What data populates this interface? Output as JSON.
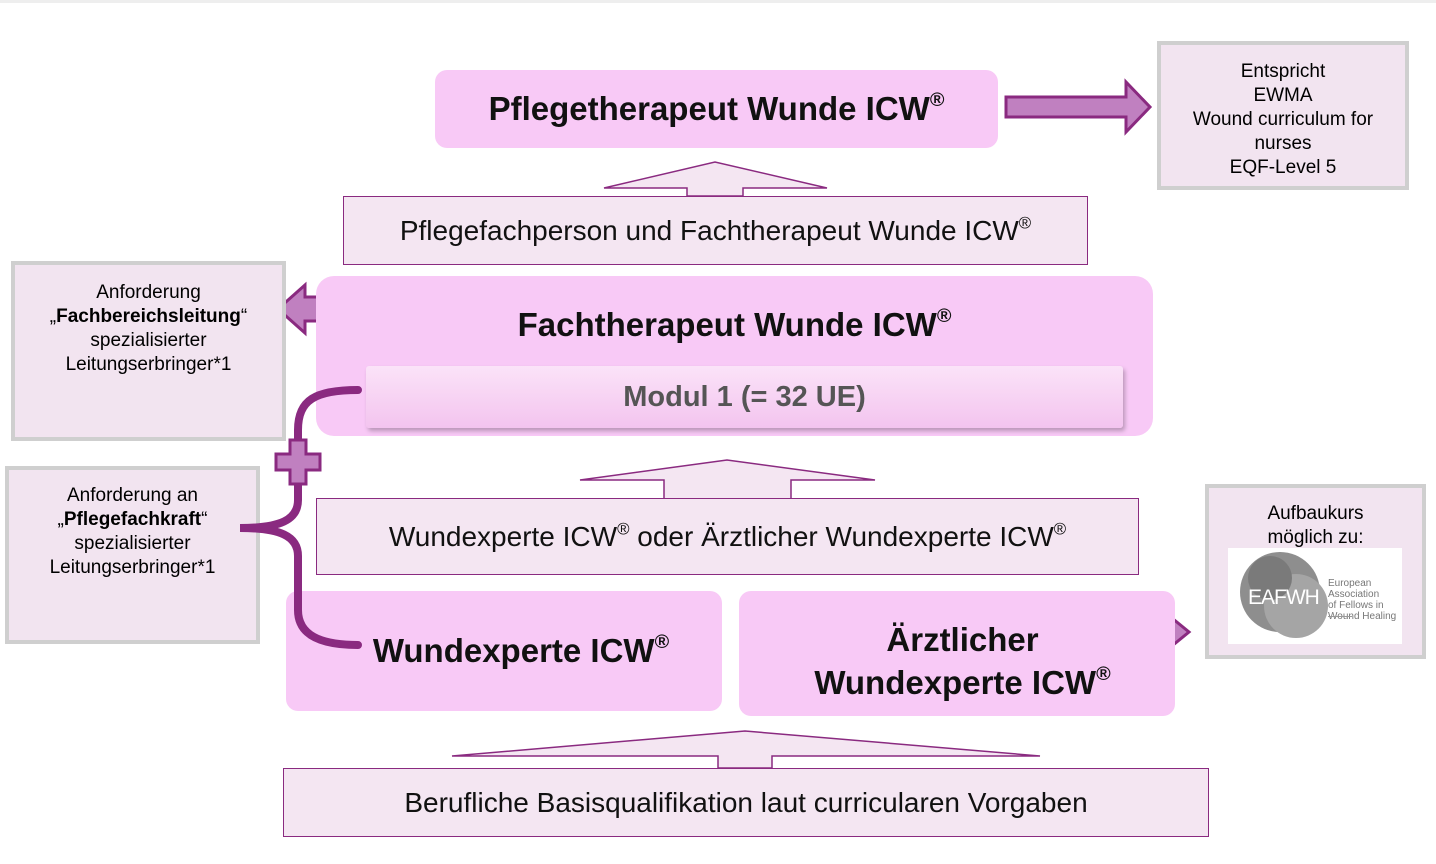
{
  "levels": {
    "pflegetherapeut": {
      "title": "Pflegetherapeut Wunde ICW",
      "reg": "®"
    },
    "pflegefachperson": {
      "text": "Pflegefachperson und Fachtherapeut Wunde ICW",
      "reg": "®"
    },
    "fachtherapeut": {
      "title": "Fachtherapeut Wunde ICW",
      "reg": "®",
      "modul": "Modul 1 (= 32 UE)"
    },
    "wundexperte_req": {
      "text_a": "Wundexperte ICW",
      "reg": "®",
      "text_b": " oder Ärztlicher Wundexperte ICW"
    },
    "wundexperte": {
      "title": "Wundexperte ICW",
      "reg": "®"
    },
    "aerztlicher": {
      "line1": "Ärztlicher",
      "line2": "Wundexperte ICW",
      "reg": "®"
    },
    "basis": {
      "text": "Berufliche Basisqualifikation laut curricularen Vorgaben"
    }
  },
  "notes": {
    "ewma": [
      "Entspricht",
      "EWMA",
      "Wound curriculum for",
      "nurses",
      "EQF-Level 5"
    ],
    "fachbereich": {
      "line1": "Anforderung",
      "quote_open": "„",
      "bold": "Fachbereichsleitung",
      "quote_close": "“",
      "line3": "spezialisierter",
      "line4": "Leitungserbringer*1"
    },
    "pflegefachkraft": {
      "line1": "Anforderung an",
      "quote_open": "„",
      "bold": "Pflegefachkraft",
      "quote_close": "“",
      "line3": "spezialisierter",
      "line4": "Leitungserbringer*1"
    },
    "aufbaukurs": {
      "line1": "Aufbaukurs",
      "line2": "möglich zu:",
      "logo_text": "EAFWH",
      "logo_caption": [
        "European Association",
        "of Fellows in",
        "Wound Healing"
      ]
    }
  },
  "colors": {
    "pink_box": "#f8c9f6",
    "purple": "#8a2a80",
    "arrow_fill": "#c080c0",
    "panel": "#f2e4f0",
    "panel_border": "#cfcfcf"
  }
}
